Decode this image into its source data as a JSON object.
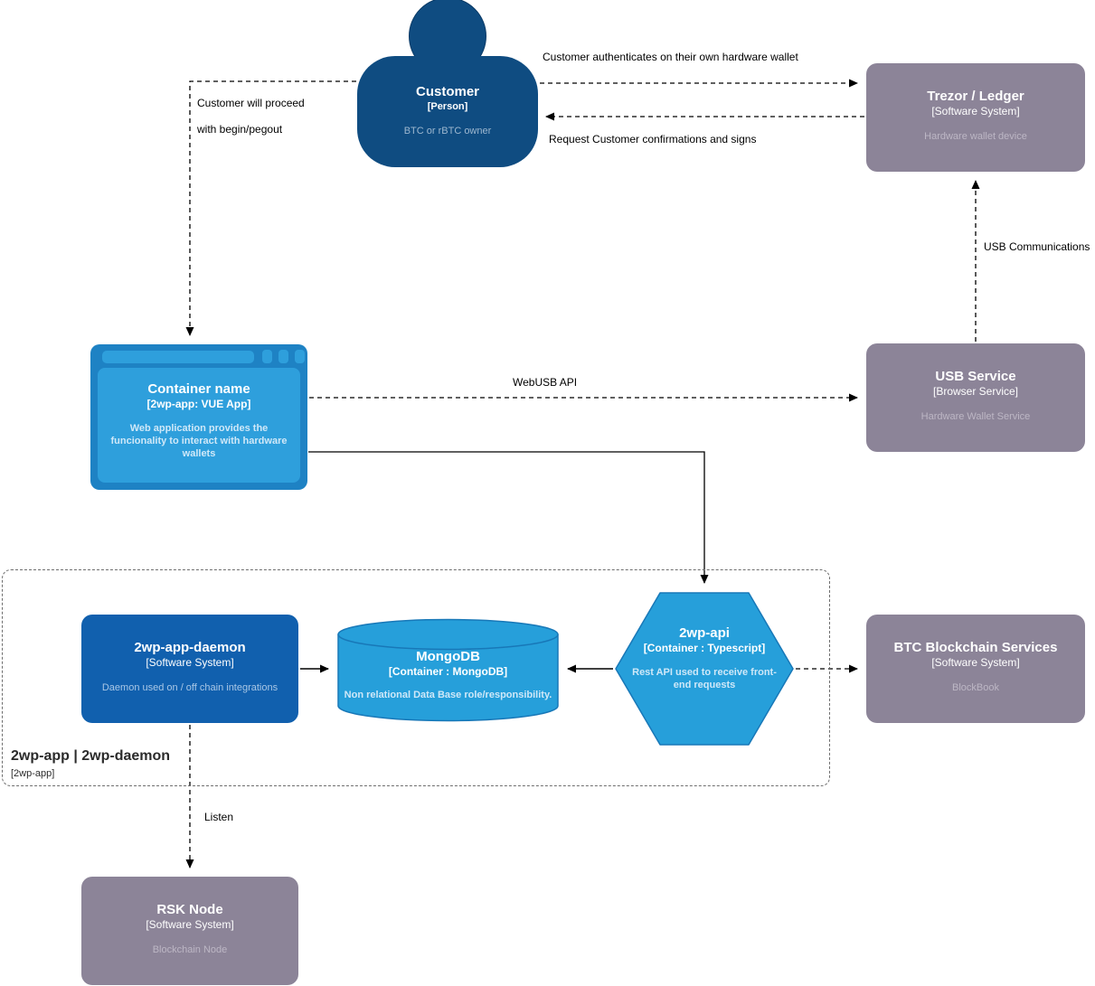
{
  "nodes": {
    "customer": {
      "title": "Customer",
      "meta": "[Person]",
      "desc": "BTC or rBTC owner"
    },
    "trezor": {
      "title": "Trezor / Ledger",
      "meta": "[Software System]",
      "desc": "Hardware wallet device"
    },
    "webapp": {
      "title": "Container name",
      "meta": "[2wp-app: VUE App]",
      "desc": "Web application provides the funcionality to interact with hardware wallets"
    },
    "usb": {
      "title": "USB Service",
      "meta": "[Browser Service]",
      "desc": "Hardware Wallet Service"
    },
    "daemon": {
      "title": "2wp-app-daemon",
      "meta": "[Software System]",
      "desc": "Daemon used on / off chain integrations"
    },
    "mongodb": {
      "title": "MongoDB",
      "meta": "[Container : MongoDB]",
      "desc": "Non relational Data Base role/responsibility."
    },
    "api": {
      "title": "2wp-api",
      "meta": "[Container : Typescript]",
      "desc": "Rest API used to receive front-end requests"
    },
    "btc": {
      "title": "BTC Blockchain Services",
      "meta": "[Software System]",
      "desc": "BlockBook"
    },
    "rsk": {
      "title": "RSK Node",
      "meta": "[Software System]",
      "desc": "Blockchain Node"
    },
    "boundary": {
      "title": "2wp-app | 2wp-daemon",
      "meta": "[2wp-app]"
    }
  },
  "edges": {
    "authenticate": {
      "label": "Customer authenticates on their own hardware wallet"
    },
    "confirm": {
      "label": "Request Customer confirmations and signs"
    },
    "proceed": {
      "line1": "Customer will proceed",
      "line2": "with begin/pegout"
    },
    "webusb": {
      "label": "WebUSB API"
    },
    "usbcomm": {
      "label": "USB Communications"
    },
    "listen": {
      "label": "Listen"
    }
  },
  "colors": {
    "person_blue": "#0f4c81",
    "external_gray": "#8c8498",
    "container_light_blue": "#2e9fdc",
    "container_frame_blue": "#1e82c4",
    "daemon_blue": "#1160ae",
    "shape_stroke_blue": "#1878b8",
    "edge_black": "#000000",
    "boundary_gray": "#6e6e6e"
  }
}
